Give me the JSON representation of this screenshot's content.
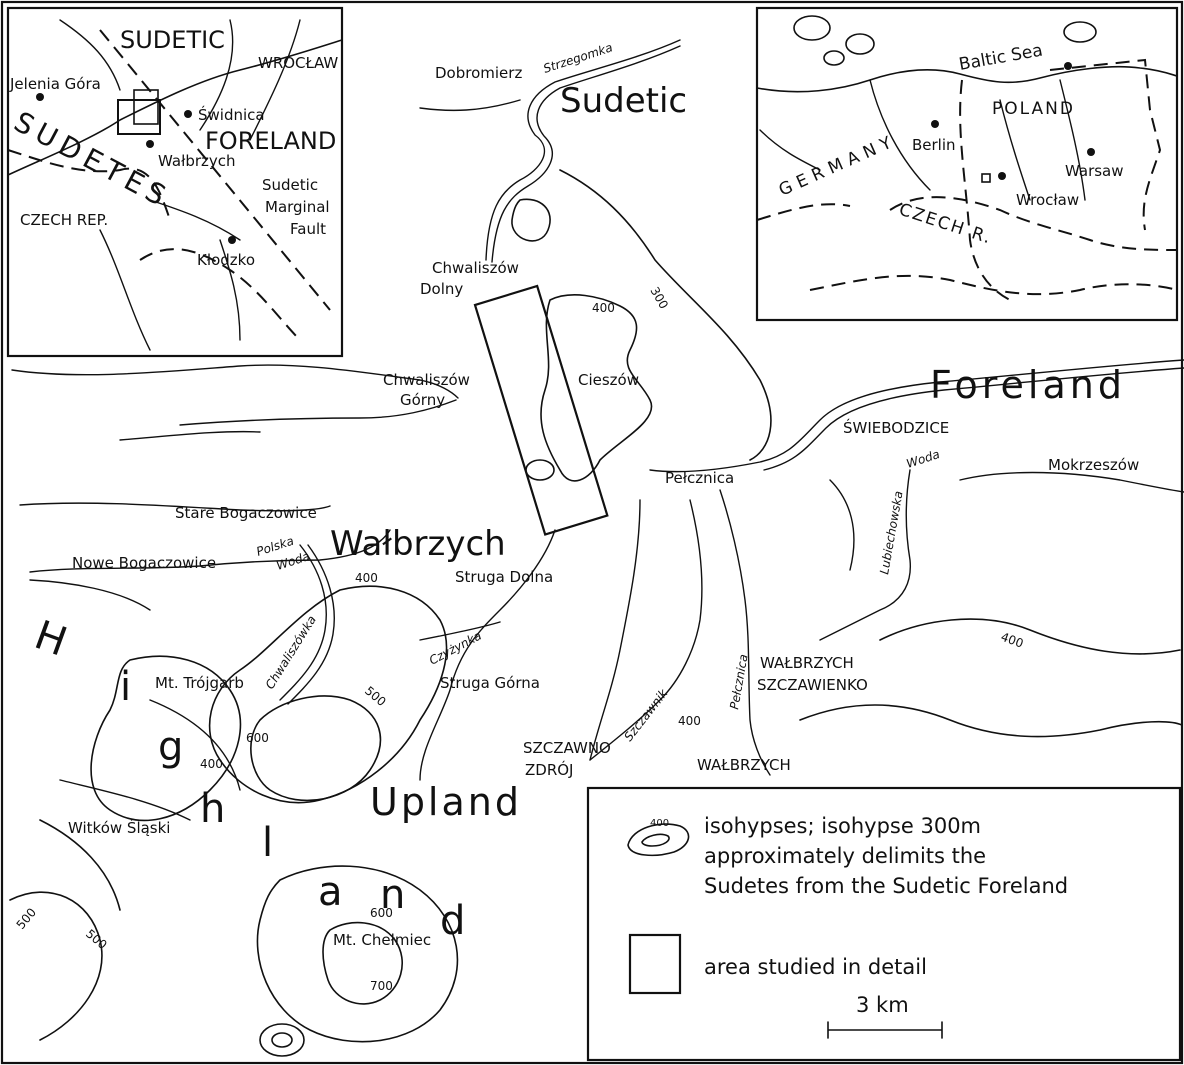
{
  "regions": {
    "sudetic": "Sudetic",
    "foreland": "Foreland",
    "walbrzych": "Wałbrzych",
    "upland": "Upland",
    "high_h": "H",
    "high_i": "i",
    "high_g": "g",
    "high_h2": "h",
    "land_l": "l",
    "land_a": "a",
    "land_n": "n",
    "land_d": "d"
  },
  "places": {
    "dobromierz": "Dobromierz",
    "chwaliszow_dolny_1": "Chwaliszów",
    "chwaliszow_dolny_2": "Dolny",
    "chwaliszow_gorny_1": "Chwaliszów",
    "chwaliszow_gorny_2": "Górny",
    "cieszow": "Cieszów",
    "pelcznica": "Pełcznica",
    "swiebodzice": "ŚWIEBODZICE",
    "mokrzeszow": "Mokrzeszów",
    "stare_bogaczowice": "Stare Bogaczowice",
    "nowe_bogaczowice": "Nowe Bogaczowice",
    "struga_dolna": "Struga Dolna",
    "struga_gorna": "Struga Górna",
    "mt_trojgarb": "Mt. Trójgarb",
    "walbrzych_szczawienko_1": "WAŁBRZYCH",
    "walbrzych_szczawienko_2": "SZCZAWIENKO",
    "szczawno_zdroj_1": "SZCZAWNO",
    "szczawno_zdroj_2": "ZDRÓJ",
    "walbrzych_town": "WAŁBRZYCH",
    "witkow_slaski": "Witków Śląski",
    "mt_chelmiec": "Mt. Chełmiec"
  },
  "rivers": {
    "strzegomka": "Strzegomka",
    "polska_woda_1": "Polska",
    "polska_woda_2": "Woda",
    "chwaliszowka": "Chwaliszówka",
    "czyzynka": "Czyżynka",
    "szczawnik": "Szczawnik",
    "pelcznica_r": "Pełcznica",
    "lubiechowska_woda_1": "Lubiechowska",
    "lubiechowska_woda_2": "Woda"
  },
  "contours": {
    "c300": "300",
    "c400_cieszow": "400",
    "c400_walb": "400",
    "c400_east": "400",
    "c400_szcz": "400",
    "c500_a": "500",
    "c500_b": "500",
    "c500_c": "500",
    "c600_a": "600",
    "c600_b": "600",
    "c400_h": "400",
    "c700": "700"
  },
  "inset_left": {
    "sudetic": "SUDETIC",
    "wroclaw": "WROCŁAW",
    "jelenia_gora": "Jelenia Góra",
    "swidnica": "Świdnica",
    "foreland": "FORELAND",
    "walbrzych": "Wałbrzych",
    "sudetes": "SUDETES",
    "sudetic_marginal_fault_1": "Sudetic",
    "sudetic_marginal_fault_2": "Marginal",
    "sudetic_marginal_fault_3": "Fault",
    "czech_rep": "CZECH REP.",
    "klodzko": "Kłodzko"
  },
  "inset_right": {
    "baltic_sea": "Baltic Sea",
    "poland": "POLAND",
    "germany": "GERMANY",
    "berlin": "Berlin",
    "warsaw": "Warsaw",
    "wroclaw": "Wrocław",
    "czech_r": "CZECH R."
  },
  "legend": {
    "isohypse_icon_label": "400",
    "isohypse_line1": "isohypses; isohypse 300m",
    "isohypse_line2": "approximately delimits the",
    "isohypse_line3": "Sudetes from the Sudetic Foreland",
    "area_label": "area studied in detail",
    "scale_label": "3 km"
  }
}
